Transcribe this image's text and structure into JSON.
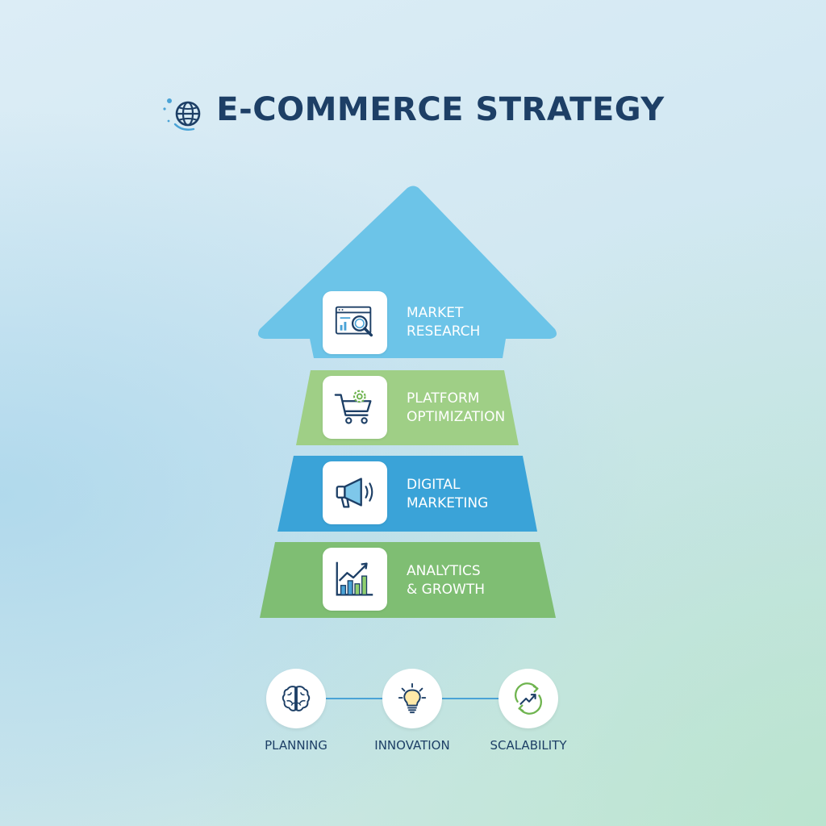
{
  "title": "E-COMMERCE STRATEGY",
  "colors": {
    "title": "#1d3f66",
    "tier_blue_light": "#6cc4e8",
    "tier_green_light": "#9fcf86",
    "tier_blue": "#3aa3d8",
    "tier_green": "#7fbe73",
    "connector": "#4aa3d6"
  },
  "tiers": [
    {
      "line1": "MARKET",
      "line2": "RESEARCH",
      "icon": "market-research-icon"
    },
    {
      "line1": "PLATFORM",
      "line2": "OPTIMIZATION",
      "icon": "cart-gear-icon"
    },
    {
      "line1": "DIGITAL",
      "line2": "MARKETING",
      "icon": "megaphone-icon"
    },
    {
      "line1": "ANALYTICS",
      "line2": "& GROWTH",
      "icon": "growth-chart-icon"
    }
  ],
  "pillars": [
    {
      "label": "PLANNING",
      "icon": "brain-icon"
    },
    {
      "label": "INNOVATION",
      "icon": "lightbulb-icon"
    },
    {
      "label": "SCALABILITY",
      "icon": "cycle-growth-icon"
    }
  ]
}
